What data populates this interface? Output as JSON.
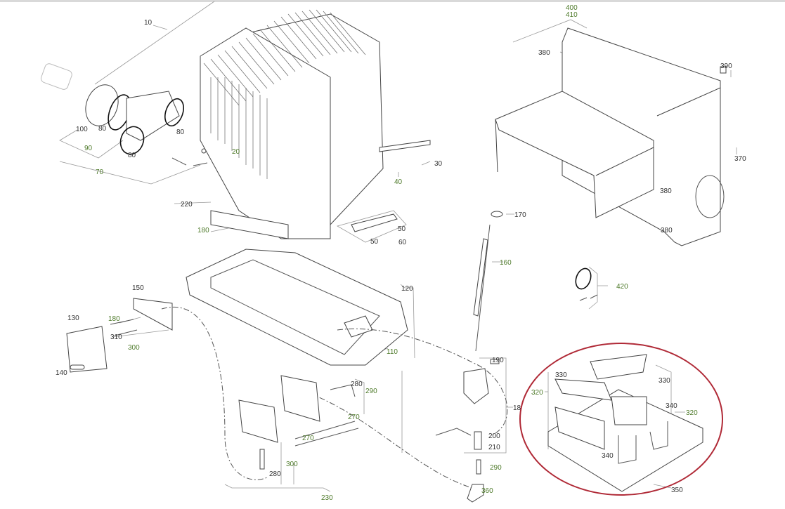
{
  "diagram": {
    "colors": {
      "label_black": "#333333",
      "label_green": "#4e7a2a",
      "highlight": "#b02a37",
      "line": "#555555"
    },
    "labels": [
      {
        "text": "10",
        "tone": "black"
      },
      {
        "text": "100",
        "tone": "black"
      },
      {
        "text": "80",
        "tone": "black"
      },
      {
        "text": "80",
        "tone": "black"
      },
      {
        "text": "90",
        "tone": "green"
      },
      {
        "text": "80",
        "tone": "black"
      },
      {
        "text": "70",
        "tone": "green"
      },
      {
        "text": "20",
        "tone": "green"
      },
      {
        "text": "30",
        "tone": "black"
      },
      {
        "text": "40",
        "tone": "green"
      },
      {
        "text": "220",
        "tone": "black"
      },
      {
        "text": "180",
        "tone": "green"
      },
      {
        "text": "50",
        "tone": "black"
      },
      {
        "text": "50",
        "tone": "black"
      },
      {
        "text": "60",
        "tone": "black"
      },
      {
        "text": "170",
        "tone": "black"
      },
      {
        "text": "160",
        "tone": "green"
      },
      {
        "text": "150",
        "tone": "black"
      },
      {
        "text": "130",
        "tone": "black"
      },
      {
        "text": "180",
        "tone": "green"
      },
      {
        "text": "310",
        "tone": "black"
      },
      {
        "text": "300",
        "tone": "green"
      },
      {
        "text": "140",
        "tone": "black"
      },
      {
        "text": "120",
        "tone": "black"
      },
      {
        "text": "110",
        "tone": "green"
      },
      {
        "text": "190",
        "tone": "black"
      },
      {
        "text": "18",
        "tone": "black"
      },
      {
        "text": "280",
        "tone": "black"
      },
      {
        "text": "290",
        "tone": "green"
      },
      {
        "text": "270",
        "tone": "green"
      },
      {
        "text": "270",
        "tone": "green"
      },
      {
        "text": "300",
        "tone": "green"
      },
      {
        "text": "280",
        "tone": "black"
      },
      {
        "text": "230",
        "tone": "green"
      },
      {
        "text": "200",
        "tone": "black"
      },
      {
        "text": "210",
        "tone": "black"
      },
      {
        "text": "290",
        "tone": "green"
      },
      {
        "text": "360",
        "tone": "green"
      },
      {
        "text": "400",
        "tone": "green"
      },
      {
        "text": "410",
        "tone": "green"
      },
      {
        "text": "380",
        "tone": "black"
      },
      {
        "text": "390",
        "tone": "black"
      },
      {
        "text": "370",
        "tone": "black"
      },
      {
        "text": "380",
        "tone": "black"
      },
      {
        "text": "380",
        "tone": "black"
      },
      {
        "text": "420",
        "tone": "green"
      },
      {
        "text": "330",
        "tone": "black"
      },
      {
        "text": "330",
        "tone": "black"
      },
      {
        "text": "320",
        "tone": "green"
      },
      {
        "text": "320",
        "tone": "green"
      },
      {
        "text": "340",
        "tone": "black"
      },
      {
        "text": "340",
        "tone": "black"
      },
      {
        "text": "350",
        "tone": "black"
      }
    ]
  }
}
